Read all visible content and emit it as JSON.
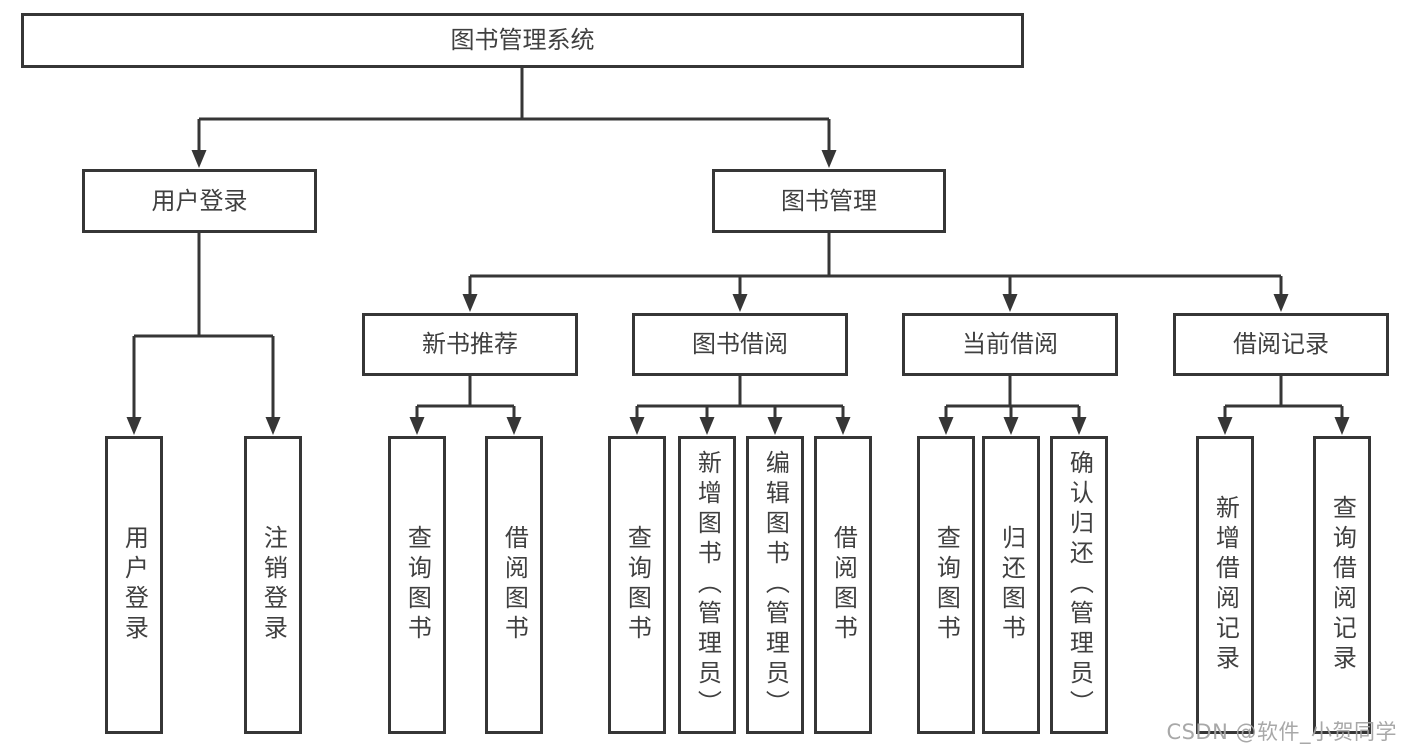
{
  "title": "图书管理系统",
  "watermark": "CSDN @软件_小贺同学",
  "colors": {
    "line": "#363636",
    "box_border": "#363636",
    "box_background": "#ffffff",
    "text": "#404040",
    "watermark": "#a3a3a3",
    "page_background": "#ffffff"
  },
  "tree": {
    "root": "图书管理系统",
    "level2": [
      {
        "label": "用户登录",
        "leaves": [
          "用户登录",
          "注销登录"
        ]
      },
      {
        "label": "图书管理",
        "sections": [
          {
            "label": "新书推荐",
            "leaves": [
              "查询图书",
              "借阅图书"
            ]
          },
          {
            "label": "图书借阅",
            "leaves": [
              "查询图书",
              "新增图书（管理员）",
              "编辑图书（管理员）",
              "借阅图书"
            ]
          },
          {
            "label": "当前借阅",
            "leaves": [
              "查询图书",
              "归还图书",
              "确认归还（管理员）"
            ]
          },
          {
            "label": "借阅记录",
            "leaves": [
              "新增借阅记录",
              "查询借阅记录"
            ]
          }
        ]
      }
    ]
  }
}
